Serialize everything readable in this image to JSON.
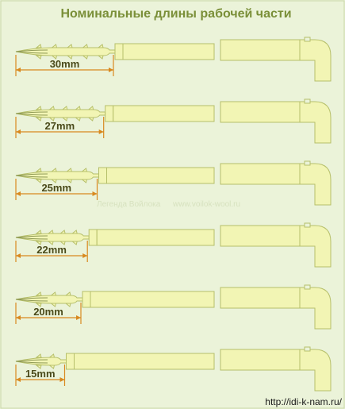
{
  "title": "Номинальные длины рабочей части",
  "watermark": {
    "left": "Легенда Войлока",
    "right": "www.voilok-wool.ru"
  },
  "footer_url": "http://idi-k-nam.ru/",
  "colors": {
    "background": "#ebf3d9",
    "frame": "#c8d7a8",
    "needle_fill": "#f2f5b4",
    "needle_stroke": "#b6bf6a",
    "dimension": "#d8891f",
    "title": "#7a8f38"
  },
  "needles": [
    {
      "label": "30mm",
      "length_mm": 30
    },
    {
      "label": "27mm",
      "length_mm": 27
    },
    {
      "label": "25mm",
      "length_mm": 25
    },
    {
      "label": "22mm",
      "length_mm": 22
    },
    {
      "label": "20mm",
      "length_mm": 20
    },
    {
      "label": "15mm",
      "length_mm": 15
    }
  ]
}
